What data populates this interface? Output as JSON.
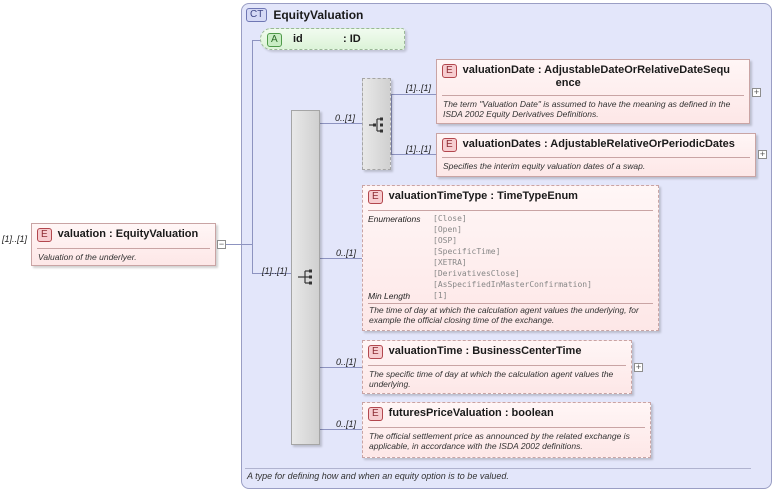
{
  "root": {
    "cardinality": "[1]..[1]",
    "badge": "E",
    "name": "valuation : EquityValuation",
    "doc": "Valuation of the underlyer.",
    "expander": "−"
  },
  "complex_type": {
    "badge": "CT",
    "title": "EquityValuation",
    "footer": "A type for defining how and when an equity option is to be valued."
  },
  "attribute": {
    "badge": "A",
    "name": "id",
    "type": ": ID"
  },
  "sequence_main": {
    "cardinality": "[1]..[1]"
  },
  "choice": {
    "cardinality": "0..[1]"
  },
  "elements": {
    "valuation_date": {
      "badge": "E",
      "cardinality": "[1]..[1]",
      "name_line1": "valuationDate : AdjustableDateOrRelativeDateSequ",
      "name_line2": "ence",
      "doc": "The term \"Valuation Date\" is assumed to have the meaning as defined in the ISDA 2002 Equity Derivatives Definitions.",
      "expander": "+"
    },
    "valuation_dates": {
      "badge": "E",
      "cardinality": "[1]..[1]",
      "name": "valuationDates : AdjustableRelativeOrPeriodicDates",
      "doc": "Specifies the interim equity valuation dates of a swap.",
      "expander": "+"
    },
    "valuation_time_type": {
      "badge": "E",
      "cardinality": "0..[1]",
      "name": "valuationTimeType : TimeTypeEnum",
      "enum_label": "Enumerations",
      "enumerations": [
        "[Close]",
        "[Open]",
        "[OSP]",
        "[SpecificTime]",
        "[XETRA]",
        "[DerivativesClose]",
        "[AsSpecifiedInMasterConfirmation]"
      ],
      "minlength_label": "Min Length",
      "minlength_value": "[1]",
      "doc": "The time of day at which the calculation agent values the underlying, for example the official closing time of the exchange."
    },
    "valuation_time": {
      "badge": "E",
      "cardinality": "0..[1]",
      "name": "valuationTime : BusinessCenterTime",
      "doc": "The specific time of day at which the calculation agent values the underlying.",
      "expander": "+"
    },
    "futures_price_valuation": {
      "badge": "E",
      "cardinality": "0..[1]",
      "name": "futuresPriceValuation : boolean",
      "doc": "The official settlement price as announced by the related exchange is applicable, in accordance with the ISDA 2002 definitions."
    }
  }
}
